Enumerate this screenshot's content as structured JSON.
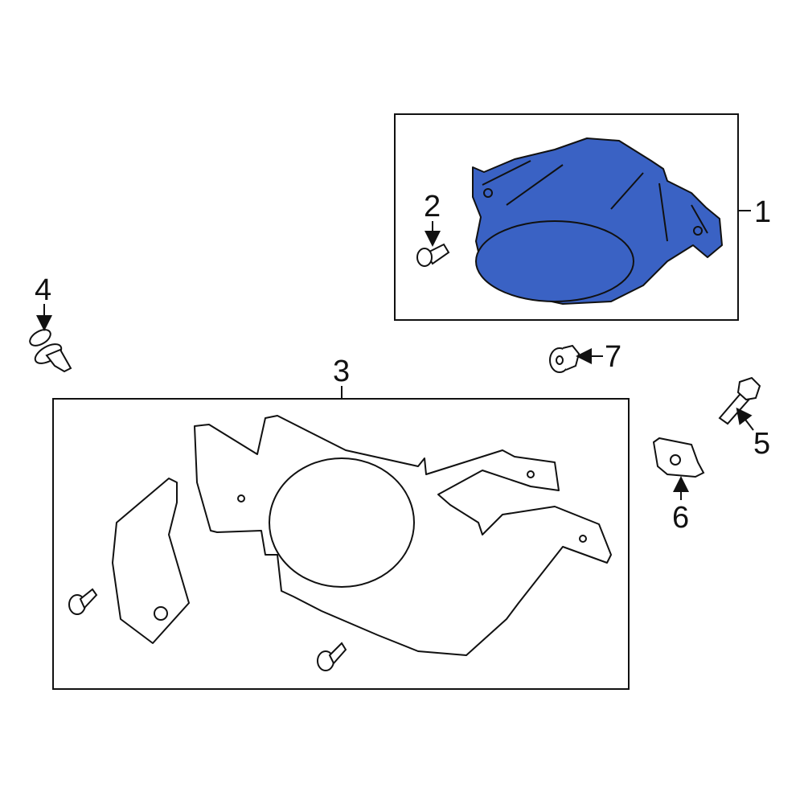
{
  "diagram": {
    "type": "exploded-parts-diagram",
    "accent_color": "#3a62c4",
    "highlighted_part": "1",
    "callouts": [
      {
        "id": "1",
        "label": "1",
        "part": "fog-lamp-assembly",
        "boxed": true
      },
      {
        "id": "2",
        "label": "2",
        "part": "screw"
      },
      {
        "id": "3",
        "label": "3",
        "part": "mounting-bracket-assembly",
        "boxed": true
      },
      {
        "id": "4",
        "label": "4",
        "part": "push-pin-clip"
      },
      {
        "id": "5",
        "label": "5",
        "part": "bolt"
      },
      {
        "id": "6",
        "label": "6",
        "part": "clip-nut"
      },
      {
        "id": "7",
        "label": "7",
        "part": "flange-nut"
      }
    ]
  }
}
